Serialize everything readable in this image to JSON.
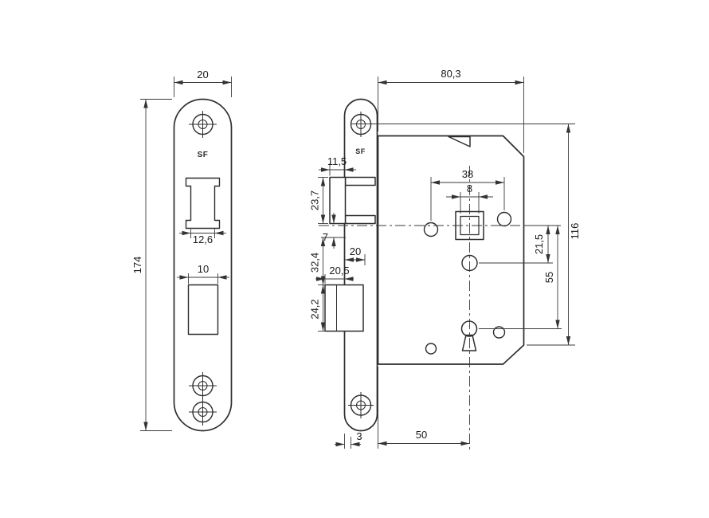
{
  "logo": "SF",
  "front_view": {
    "plate_width": "20",
    "plate_height": "174",
    "latch_opening_width": "12,6",
    "bolt_opening_width": "10"
  },
  "side_view": {
    "body_depth": "80,3",
    "body_height": "116",
    "hub_circle_span": "38",
    "spindle_square": "8",
    "hub_to_hole": "21,5",
    "hub_to_key": "55",
    "latch_projection": "11,5",
    "latch_height": "23,7",
    "latch_offset": "7",
    "hub_to_bolt": "32,4",
    "bolt_depth": "20",
    "bolt_length": "20,5",
    "bolt_height": "24,2",
    "plate_thickness": "3",
    "backset": "50"
  }
}
